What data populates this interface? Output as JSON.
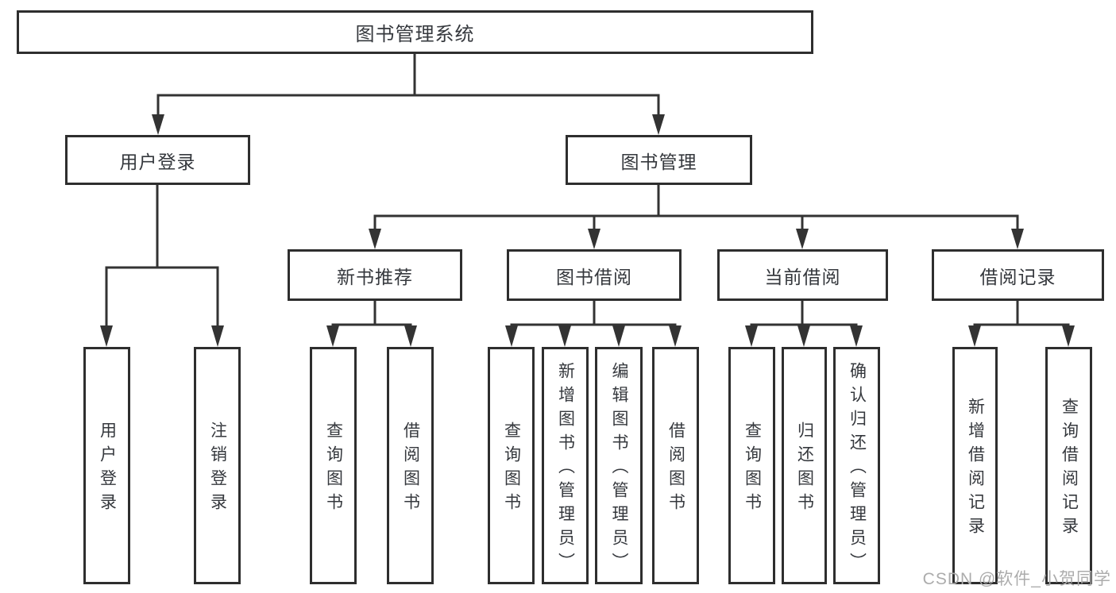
{
  "diagram": {
    "root": "图书管理系统",
    "user_login": {
      "label": "用户登录",
      "children": [
        "用户登录",
        "注销登录"
      ]
    },
    "book_mgmt": {
      "label": "图书管理",
      "groups": [
        {
          "label": "新书推荐",
          "children": [
            "查询图书",
            "借阅图书"
          ]
        },
        {
          "label": "图书借阅",
          "children": [
            "查询图书",
            "新增图书（管理员）",
            "编辑图书（管理员）",
            "借阅图书"
          ]
        },
        {
          "label": "当前借阅",
          "children": [
            "查询图书",
            "归还图书",
            "确认归还（管理员）"
          ]
        },
        {
          "label": "借阅记录",
          "children": [
            "新增借阅记录",
            "查询借阅记录"
          ]
        }
      ]
    },
    "watermark": "CSDN @软件_小贺同学"
  },
  "colors": {
    "line": "#333333",
    "box_border": "#2e2e2e",
    "text": "#35383d",
    "watermark": "#acacac",
    "background": "#ffffff"
  }
}
